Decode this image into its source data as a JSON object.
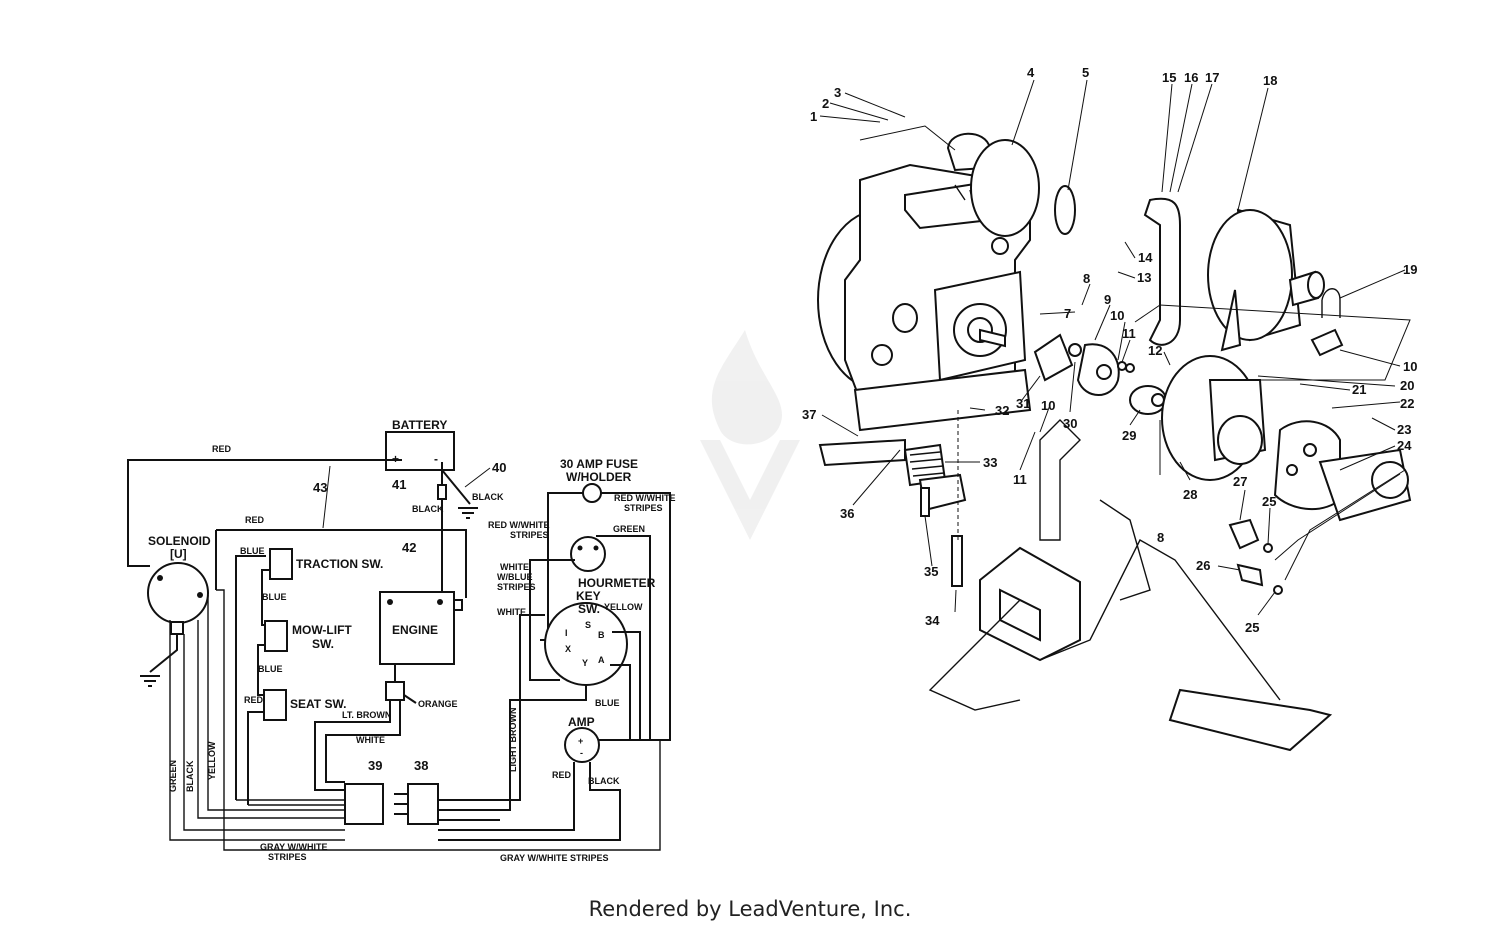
{
  "wiring": {
    "battery": "BATTERY",
    "plus": "+",
    "minus": "-",
    "solenoid": "SOLENOID",
    "solenoid_u": "[U]",
    "traction_sw": "TRACTION SW.",
    "mowlift_sw_1": "MOW-LIFT",
    "mowlift_sw_2": "SW.",
    "seat_sw": "SEAT SW.",
    "engine": "ENGINE",
    "fuse_1": "30 AMP FUSE",
    "fuse_2": "W/HOLDER",
    "hourmeter": "HOURMETER",
    "key_1": "KEY",
    "key_2": "SW.",
    "amp": "AMP",
    "wires": {
      "red": "RED",
      "black": "BLACK",
      "blue": "BLUE",
      "green": "GREEN",
      "yellow": "YELLOW",
      "white": "WHITE",
      "orange": "ORANGE",
      "lt_brown": "LT. BROWN",
      "light_brown": "LIGHT BROWN",
      "red_white_1": "RED W/WHITE",
      "red_white_2": "STRIPES",
      "white_blue_1": "WHITE",
      "white_blue_2": "W/BLUE",
      "white_blue_3": "STRIPES",
      "gray_white_1": "GRAY W/WHITE",
      "gray_white_2": "STRIPES",
      "gray_white_full": "GRAY W/WHITE STRIPES"
    },
    "key_terms": {
      "s": "S",
      "b": "B",
      "i": "I",
      "a": "A",
      "y": "Y",
      "x": "X"
    },
    "callouts": {
      "c38": "38",
      "c39": "39",
      "c40": "40",
      "c41": "41",
      "c42": "42",
      "c43": "43"
    }
  },
  "parts": {
    "c1": "1",
    "c2": "2",
    "c3": "3",
    "c4": "4",
    "c5": "5",
    "c7": "7",
    "c8a": "8",
    "c8b": "8",
    "c9": "9",
    "c10a": "10",
    "c10b": "10",
    "c10c": "10",
    "c11a": "11",
    "c11b": "11",
    "c12": "12",
    "c13": "13",
    "c14": "14",
    "c15": "15",
    "c16": "16",
    "c17": "17",
    "c18": "18",
    "c19": "19",
    "c20": "20",
    "c21": "21",
    "c22": "22",
    "c23": "23",
    "c24": "24",
    "c25a": "25",
    "c25b": "25",
    "c26": "26",
    "c27": "27",
    "c28": "28",
    "c29": "29",
    "c30": "30",
    "c31": "31",
    "c32": "32",
    "c33": "33",
    "c34": "34",
    "c35": "35",
    "c36": "36",
    "c37": "37"
  },
  "footer": "Rendered by LeadVenture, Inc."
}
